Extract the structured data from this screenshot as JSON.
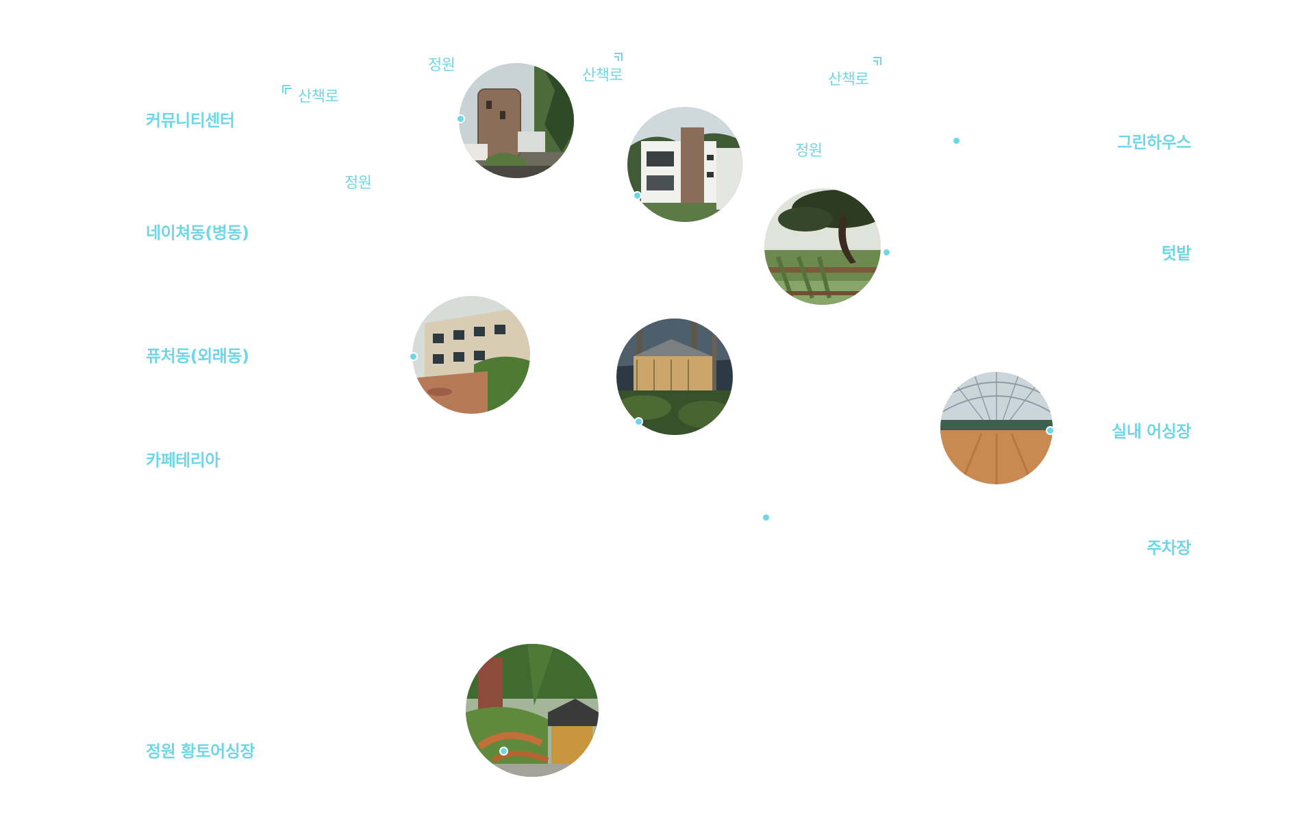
{
  "colors": {
    "accent": "#6fd6e6",
    "background": "#ffffff"
  },
  "facilities": {
    "community_center": "커뮤니티센터",
    "nature_ward": "네이쳐동(병동)",
    "future_ward": "퓨처동(외래동)",
    "cafeteria": "카페테리아",
    "garden_mud_bath": "정원 황토어싱장",
    "greenhouse": "그린하우스",
    "vegetable_garden": "텃밭",
    "indoor_earthing": "실내 어싱장",
    "parking": "주차장"
  },
  "paths": {
    "trail_1": "산책로",
    "trail_2": "산책로",
    "trail_3": "산책로",
    "garden_1": "정원",
    "garden_2": "정원",
    "garden_3": "정원"
  },
  "icons": {
    "trail_arrow_left": "arrow-up-left-icon",
    "trail_arrow_right": "arrow-up-right-icon"
  }
}
